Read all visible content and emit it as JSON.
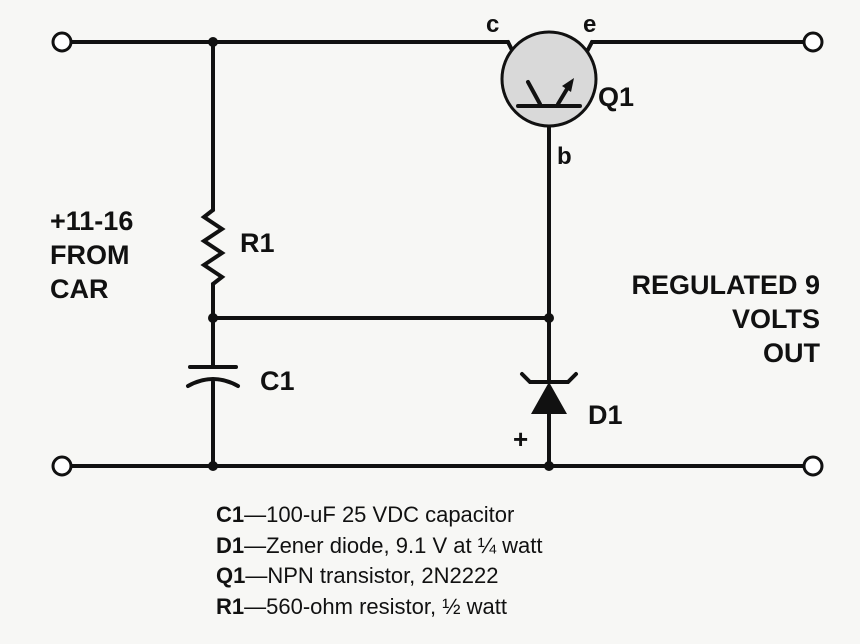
{
  "labels": {
    "input_voltage": [
      "+11-16",
      "FROM",
      "CAR"
    ],
    "output": [
      "REGULATED 9",
      "VOLTS",
      "OUT"
    ],
    "r1": "R1",
    "c1": "C1",
    "d1": "D1",
    "q1": "Q1",
    "collector": "c",
    "emitter": "e",
    "base": "b",
    "zener_polarity": "+"
  },
  "parts_list": [
    {
      "ref": "C1",
      "dash": "—",
      "desc": "100-uF 25 VDC capacitor"
    },
    {
      "ref": "D1",
      "dash": "—",
      "desc": "Zener diode, 9.1 V at ¼ watt"
    },
    {
      "ref": "Q1",
      "dash": "—",
      "desc": "NPN transistor, 2N2222"
    },
    {
      "ref": "R1",
      "dash": "—",
      "desc": "560-ohm resistor, ½ watt"
    }
  ],
  "colors": {
    "ink": "#111111",
    "paper": "#f7f7f5",
    "transistor_fill": "#d9d9d9"
  }
}
